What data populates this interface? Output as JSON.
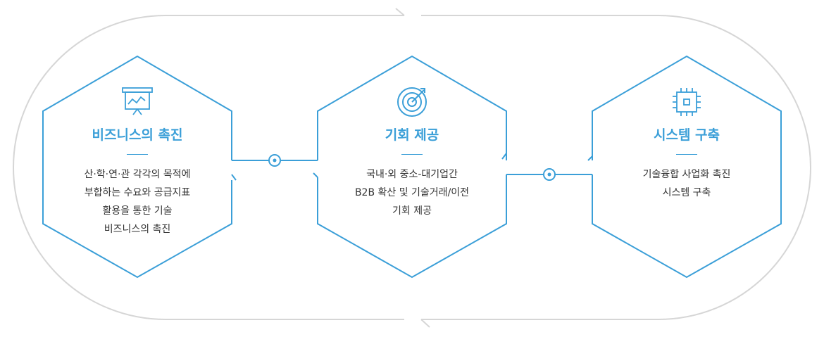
{
  "colors": {
    "accent": "#3b9fd8",
    "ring": "#d6d6d6",
    "text": "#333333"
  },
  "steps": [
    {
      "icon": "presentation-chart-icon",
      "title": "비즈니스의 촉진",
      "lines": [
        "산·학·연·관 각각의 목적에",
        "부합하는 수요와 공급지표",
        "활용을 통한 기술",
        "비즈니스의 촉진"
      ]
    },
    {
      "icon": "target-icon",
      "title": "기회 제공",
      "lines": [
        "국내·외 중소-대기업간",
        "B2B 확산 및 기술거래/이전",
        "기회 제공"
      ]
    },
    {
      "icon": "microchip-icon",
      "title": "시스템 구축",
      "lines": [
        "기술융합 사업화 촉진",
        "시스템 구축"
      ]
    }
  ]
}
